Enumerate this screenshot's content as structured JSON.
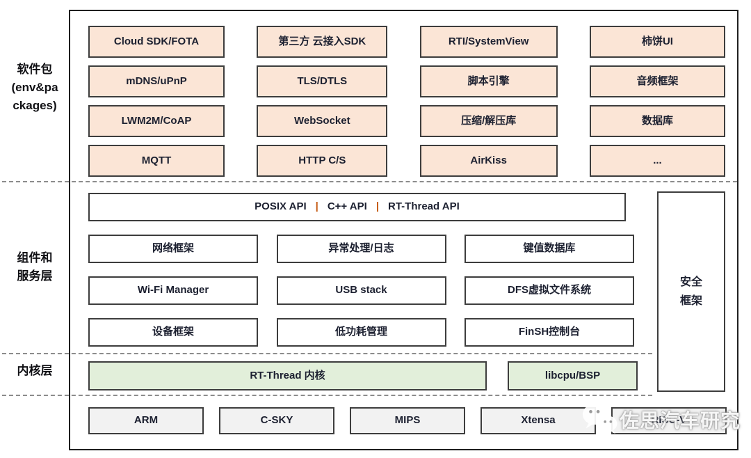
{
  "side_labels": {
    "packages": {
      "line1": "软件包",
      "line2": "(env&pa",
      "line3": "ckages)"
    },
    "components": {
      "line1": "组件和",
      "line2": "服务层"
    },
    "kernel": {
      "line1": "内核层"
    }
  },
  "packages": {
    "rows": [
      [
        "Cloud SDK/FOTA",
        "第三方 云接入SDK",
        "RTI/SystemView",
        "柿饼UI"
      ],
      [
        "mDNS/uPnP",
        "TLS/DTLS",
        "脚本引擎",
        "音频框架"
      ],
      [
        "LWM2M/CoAP",
        "WebSocket",
        "压缩/解压库",
        "数据库"
      ],
      [
        "MQTT",
        "HTTP C/S",
        "AirKiss",
        "..."
      ]
    ]
  },
  "components": {
    "api": {
      "segments": [
        "POSIX API",
        "C++ API",
        "RT-Thread API"
      ],
      "separator": "|"
    },
    "rows": [
      [
        "网络框架",
        "异常处理/日志",
        "键值数据库"
      ],
      [
        "Wi-Fi Manager",
        "USB stack",
        "DFS虚拟文件系统"
      ],
      [
        "设备框架",
        "低功耗管理",
        "FinSH控制台"
      ]
    ],
    "security": {
      "line1": "安全",
      "line2": "框架"
    }
  },
  "kernel": {
    "main": "RT-Thread 内核",
    "libcpu": "libcpu/BSP"
  },
  "cpus": [
    "ARM",
    "C-SKY",
    "MIPS",
    "Xtensa",
    "RISC-V"
  ],
  "watermark": {
    "text": "佐思汽车研究",
    "icon": "wechat-icon"
  },
  "colors": {
    "package_fill": "#fbe5d6",
    "kernel_fill": "#e2efda",
    "cpu_fill": "#f2f2f2",
    "box_border": "#3d3d3d",
    "api_separator": "#c55a11"
  }
}
